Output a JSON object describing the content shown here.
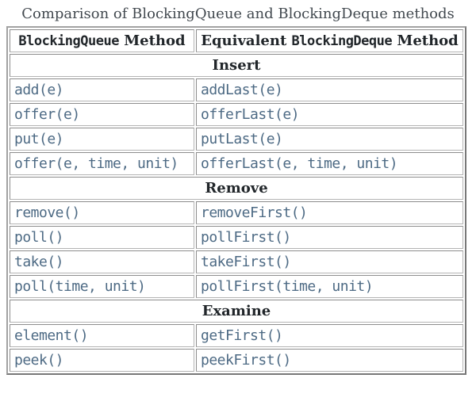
{
  "page": {
    "title": "Comparison of BlockingQueue and BlockingDeque methods"
  },
  "colors": {
    "method_text": "#4d6a84",
    "header_text": "#21262a",
    "title_text": "#42494f",
    "cell_border": "#909090",
    "background": "#ffffff"
  },
  "table": {
    "header": {
      "col1_code": "BlockingQueue",
      "col1_rest": "Method",
      "col2_pre": "Equivalent",
      "col2_code": "BlockingDeque",
      "col2_rest": "Method"
    },
    "sections": [
      {
        "label": "Insert",
        "rows": [
          {
            "queue": "add(e)",
            "deque": "addLast(e)"
          },
          {
            "queue": "offer(e)",
            "deque": "offerLast(e)"
          },
          {
            "queue": "put(e)",
            "deque": "putLast(e)"
          },
          {
            "queue": "offer(e, time, unit)",
            "deque": "offerLast(e, time, unit)"
          }
        ]
      },
      {
        "label": "Remove",
        "rows": [
          {
            "queue": "remove()",
            "deque": "removeFirst()"
          },
          {
            "queue": "poll()",
            "deque": "pollFirst()"
          },
          {
            "queue": "take()",
            "deque": "takeFirst()"
          },
          {
            "queue": "poll(time, unit)",
            "deque": "pollFirst(time, unit)"
          }
        ]
      },
      {
        "label": "Examine",
        "rows": [
          {
            "queue": "element()",
            "deque": "getFirst()"
          },
          {
            "queue": "peek()",
            "deque": "peekFirst()"
          }
        ]
      }
    ]
  }
}
